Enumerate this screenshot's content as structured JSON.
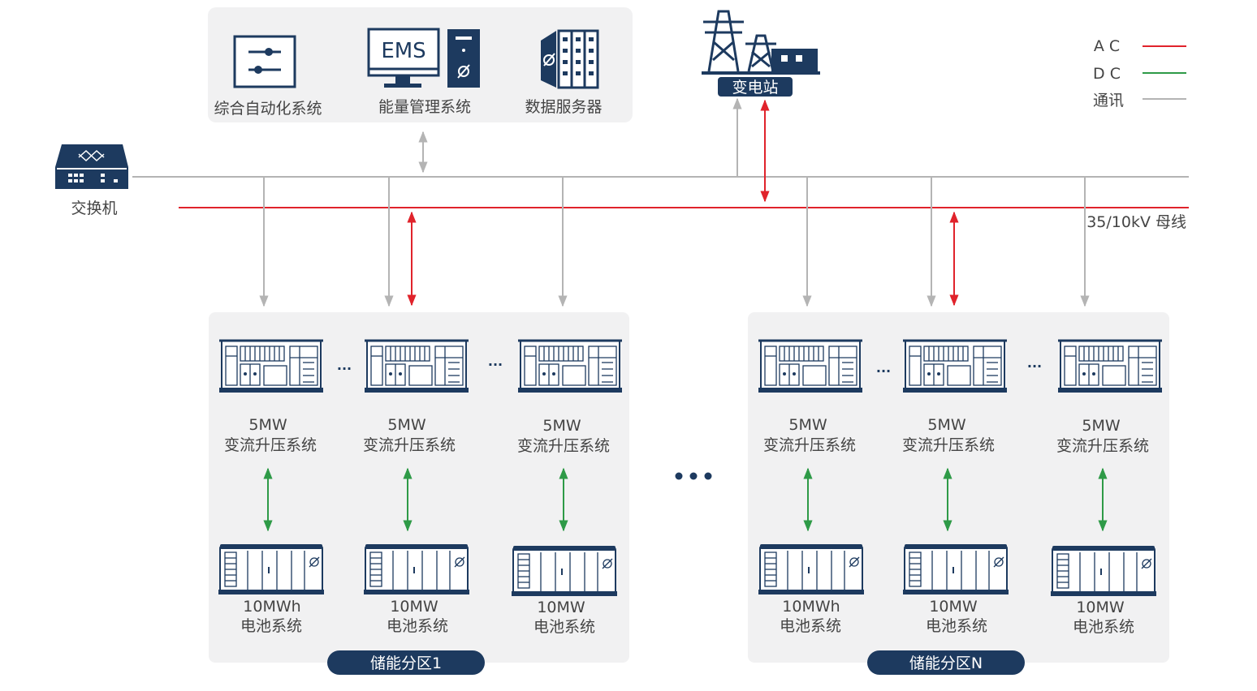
{
  "colors": {
    "navy": "#1d3a5f",
    "panel": "#f1f1f2",
    "ac": "#e0232b",
    "dc": "#2e9a47",
    "comm": "#b4b4b4",
    "text": "#444444"
  },
  "control_center": {
    "items": [
      {
        "label": "综合自动化系统",
        "icon": "sliders-icon"
      },
      {
        "label": "能量管理系统",
        "icon": "ems-monitor-icon",
        "screen_text": "EMS"
      },
      {
        "label": "数据服务器",
        "icon": "server-rack-icon"
      }
    ]
  },
  "switch": {
    "label": "交换机",
    "icon": "network-switch-icon"
  },
  "substation": {
    "label": "变电站",
    "icon": "power-tower-icon"
  },
  "legend": {
    "items": [
      {
        "label": "A C",
        "color": "#e0232b"
      },
      {
        "label": "D C",
        "color": "#2e9a47"
      },
      {
        "label": "通讯",
        "color": "#b4b4b4"
      }
    ]
  },
  "bus": {
    "label": "35/10kV 母线"
  },
  "separator": {
    "text": "..."
  },
  "zones": [
    {
      "name": "储能分区1",
      "pcs": [
        {
          "power": "5MW",
          "name": "变流升压系统"
        },
        {
          "power": "5MW",
          "name": "变流升压系统"
        },
        {
          "power": "5MW",
          "name": "变流升压系统"
        }
      ],
      "batteries": [
        {
          "capacity": "10MWh",
          "name": "电池系统"
        },
        {
          "capacity": "10MW",
          "name": "电池系统"
        },
        {
          "capacity": "10MW",
          "name": "电池系统"
        }
      ]
    },
    {
      "name": "储能分区N",
      "pcs": [
        {
          "power": "5MW",
          "name": "变流升压系统"
        },
        {
          "power": "5MW",
          "name": "变流升压系统"
        },
        {
          "power": "5MW",
          "name": "变流升压系统"
        }
      ],
      "batteries": [
        {
          "capacity": "10MWh",
          "name": "电池系统"
        },
        {
          "capacity": "10MW",
          "name": "电池系统"
        },
        {
          "capacity": "10MW",
          "name": "电池系统"
        }
      ]
    }
  ]
}
